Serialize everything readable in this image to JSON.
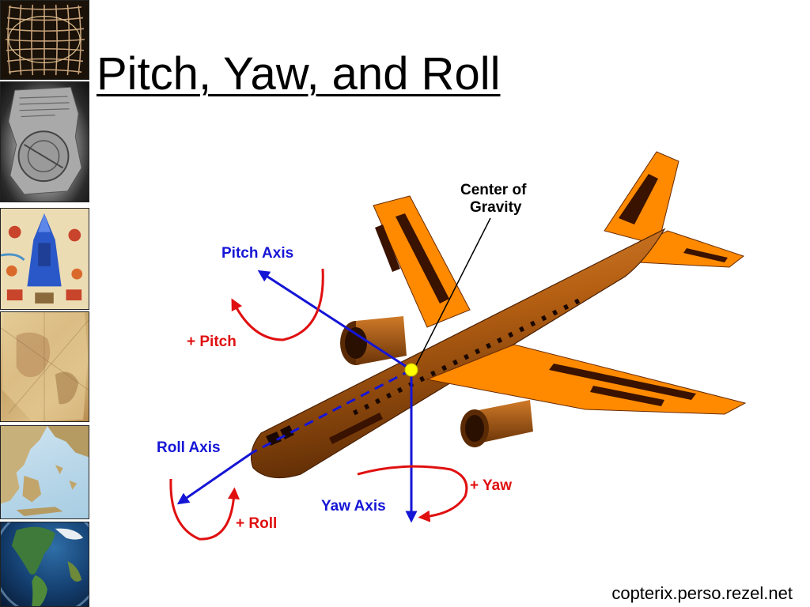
{
  "slide": {
    "title": "Pitch, Yaw, and Roll",
    "footer": "copterix.perso.rezel.net"
  },
  "diagram": {
    "labels": {
      "center_of_gravity_line1": "Center of",
      "center_of_gravity_line2": "Gravity",
      "pitch_axis": "Pitch  Axis",
      "plus_pitch": "+ Pitch",
      "roll_axis": "Roll  Axis",
      "plus_roll": "+ Roll",
      "yaw_axis": "Yaw  Axis",
      "plus_yaw": "+ Yaw"
    },
    "colors": {
      "axis": "#1515d6",
      "rotation": "#e01010",
      "fuselage": "#b45f12",
      "wing": "#ff8a00",
      "dark_stripe": "#3a1200",
      "center_of_gravity": "#ffff00"
    }
  },
  "thumbnails": [
    "grid-map-thumbnail",
    "clay-tablet-thumbnail",
    "temple-map-thumbnail",
    "parchment-map-thumbnail",
    "greece-map-thumbnail",
    "earth-globe-thumbnail"
  ]
}
